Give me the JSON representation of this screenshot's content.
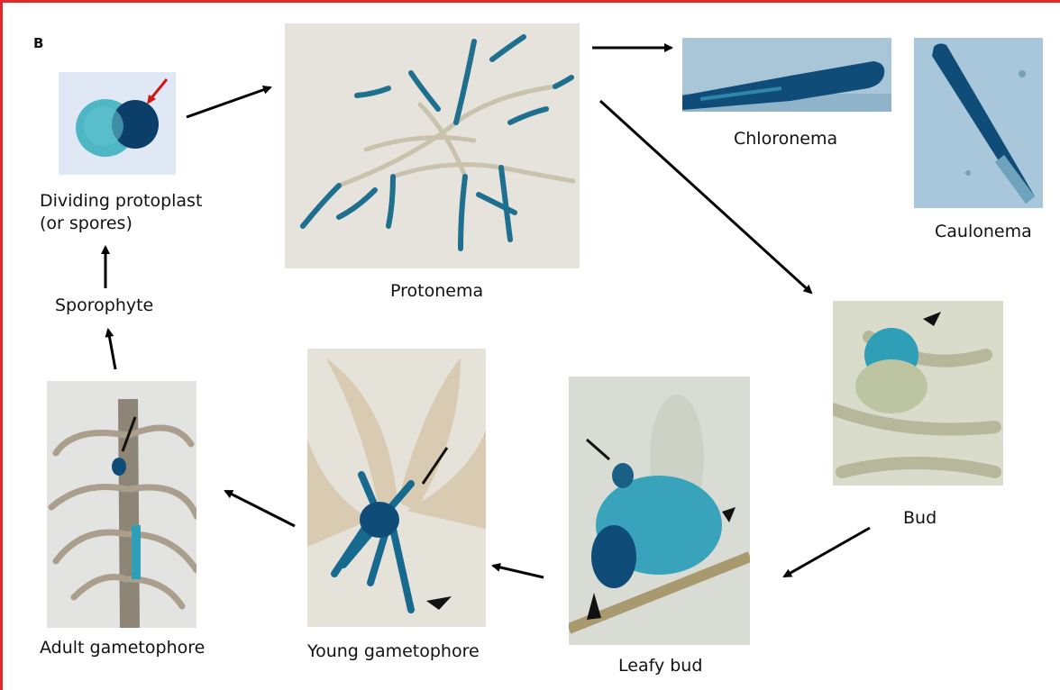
{
  "panel_letter": "B",
  "labels": {
    "dividing_protoplast_line1": "Dividing protoplast",
    "dividing_protoplast_line2": "(or spores)",
    "protonema": "Protonema",
    "chloronema": "Chloronema",
    "caulonema": "Caulonema",
    "bud": "Bud",
    "leafy_bud": "Leafy bud",
    "young_gametophore": "Young gametophore",
    "adult_gametophore": "Adult gametophore",
    "sporophyte": "Sporophyte"
  },
  "colors": {
    "frame": "#e02a2a",
    "stain_blue": "#1f6f8f",
    "stain_dark": "#0d3f66",
    "arrow": "#000000",
    "highlight_arrow": "#d01818"
  }
}
